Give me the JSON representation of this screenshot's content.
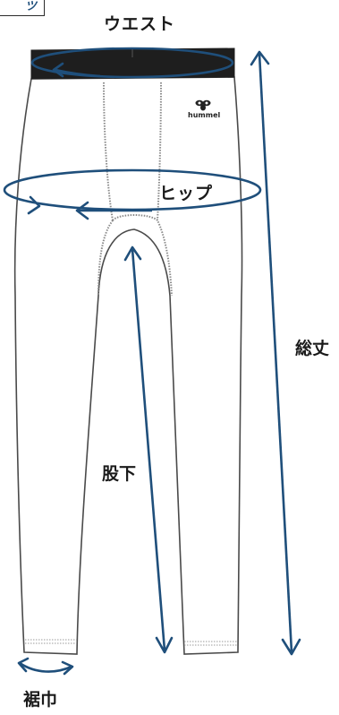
{
  "tag": {
    "text": "ツ"
  },
  "labels": {
    "waist": "ウエスト",
    "hip": "ヒップ",
    "total_length": "総丈",
    "inseam": "股下",
    "hem_width": "裾巾"
  },
  "brand": {
    "name": "hummel"
  },
  "colors": {
    "measure": "#1f4f7b",
    "garment_line": "#444444",
    "waistband": "#1e1e1e"
  }
}
